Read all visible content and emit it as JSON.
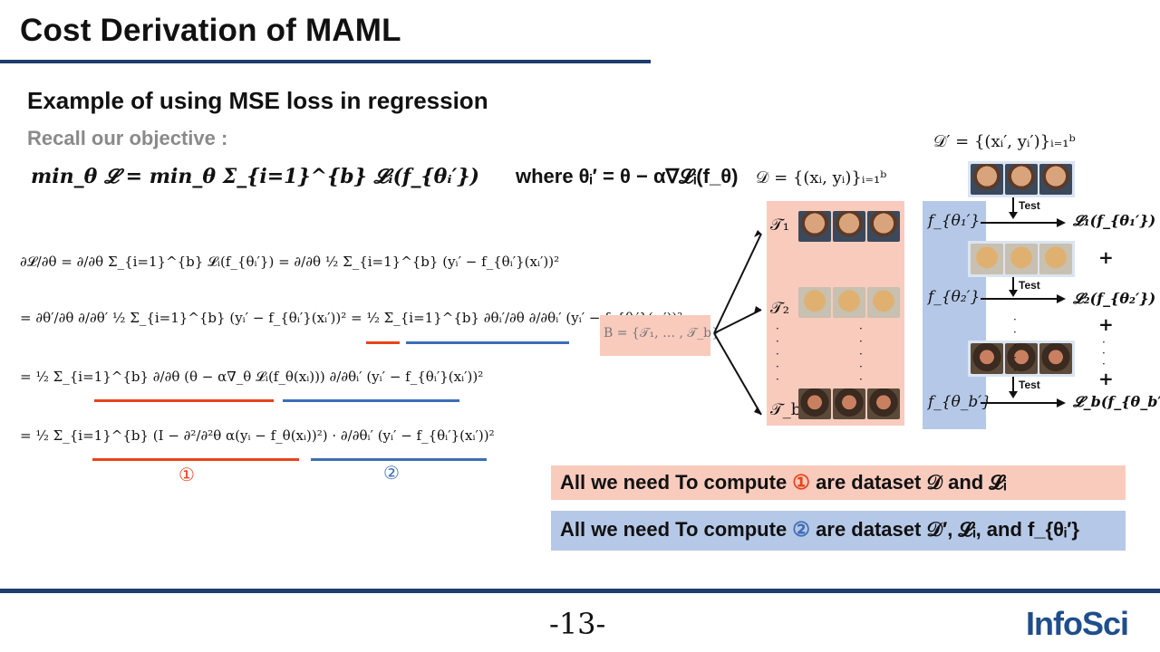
{
  "slide": {
    "title": "Cost Derivation of MAML",
    "subtitle": "Example of using MSE loss in regression",
    "recall": "Recall our objective :",
    "page_number": "-13-",
    "logo": "InfoSci"
  },
  "equations": {
    "objective_left": "min_θ 𝓛 = min_θ Σ_{i=1}^{b} 𝓛ᵢ(f_{θᵢ′})",
    "objective_right": "where θᵢ′ = θ − α∇𝓛ᵢ(f_θ)",
    "line1": "∂𝓛/∂θ = ∂/∂θ Σ_{i=1}^{b} 𝓛ᵢ(f_{θᵢ′}) = ∂/∂θ ½ Σ_{i=1}^{b} (yᵢ′ − f_{θᵢ′}(xᵢ′))²",
    "line2": "= ∂θ′/∂θ ∂/∂θ′ ½ Σ_{i=1}^{b} (yᵢ′ − f_{θᵢ′}(xᵢ′))² = ½ Σ_{i=1}^{b} ∂θᵢ′/∂θ ∂/∂θᵢ′ (yᵢ′ − f_{θᵢ′}(xᵢ′))²",
    "line3": "= ½ Σ_{i=1}^{b} ∂/∂θ (θ − α∇_θ 𝓛ᵢ(f_θ(xᵢ))) ∂/∂θᵢ′ (yᵢ′ − f_{θᵢ′}(xᵢ′))²",
    "line4": "= ½ Σ_{i=1}^{b} (I − ∂²/∂²θ α(yᵢ − f_θ(xᵢ))²) · ∂/∂θᵢ′ (yᵢ′ − f_{θᵢ′}(xᵢ′))²",
    "marker1": "①",
    "marker2": "②"
  },
  "diagram": {
    "d_prime": "𝒟′ = {(xᵢ′, yᵢ′)}ᵢ₌₁ᵇ",
    "d": "𝒟 = {(xᵢ, yᵢ)}ᵢ₌₁ᵇ",
    "batch": "B = {𝒯₁, … , 𝒯_b}",
    "tasks": [
      "𝒯₁",
      "𝒯₂",
      "𝒯_b"
    ],
    "models": [
      "f_{θ₁′}",
      "f_{θ₂′}",
      "f_{θ_b′}"
    ],
    "losses": [
      "𝓛₁(f_{θ₁′})",
      "𝓛₂(f_{θ₂′})",
      "𝓛_b(f_{θ_b′})"
    ],
    "plus": "+",
    "test": "Test",
    "vdots": "·\n·\n·\n·\n·"
  },
  "notes": {
    "note1_prefix": "All we need To compute ",
    "note1_marker": "①",
    "note1_suffix": " are dataset 𝒟 and 𝓛ᵢ",
    "note2_prefix": "All we need To compute ",
    "note2_marker": "②",
    "note2_suffix": " are dataset 𝒟′, 𝓛ᵢ, and f_{θᵢ′}"
  },
  "colors": {
    "accent_blue": "#1f3d6e",
    "underline_red": "#e8431c",
    "underline_blue": "#3e6db5",
    "pink_box": "#f8cbbd",
    "blue_box": "#b5c8e7",
    "logo_blue": "#1f4e8c"
  }
}
